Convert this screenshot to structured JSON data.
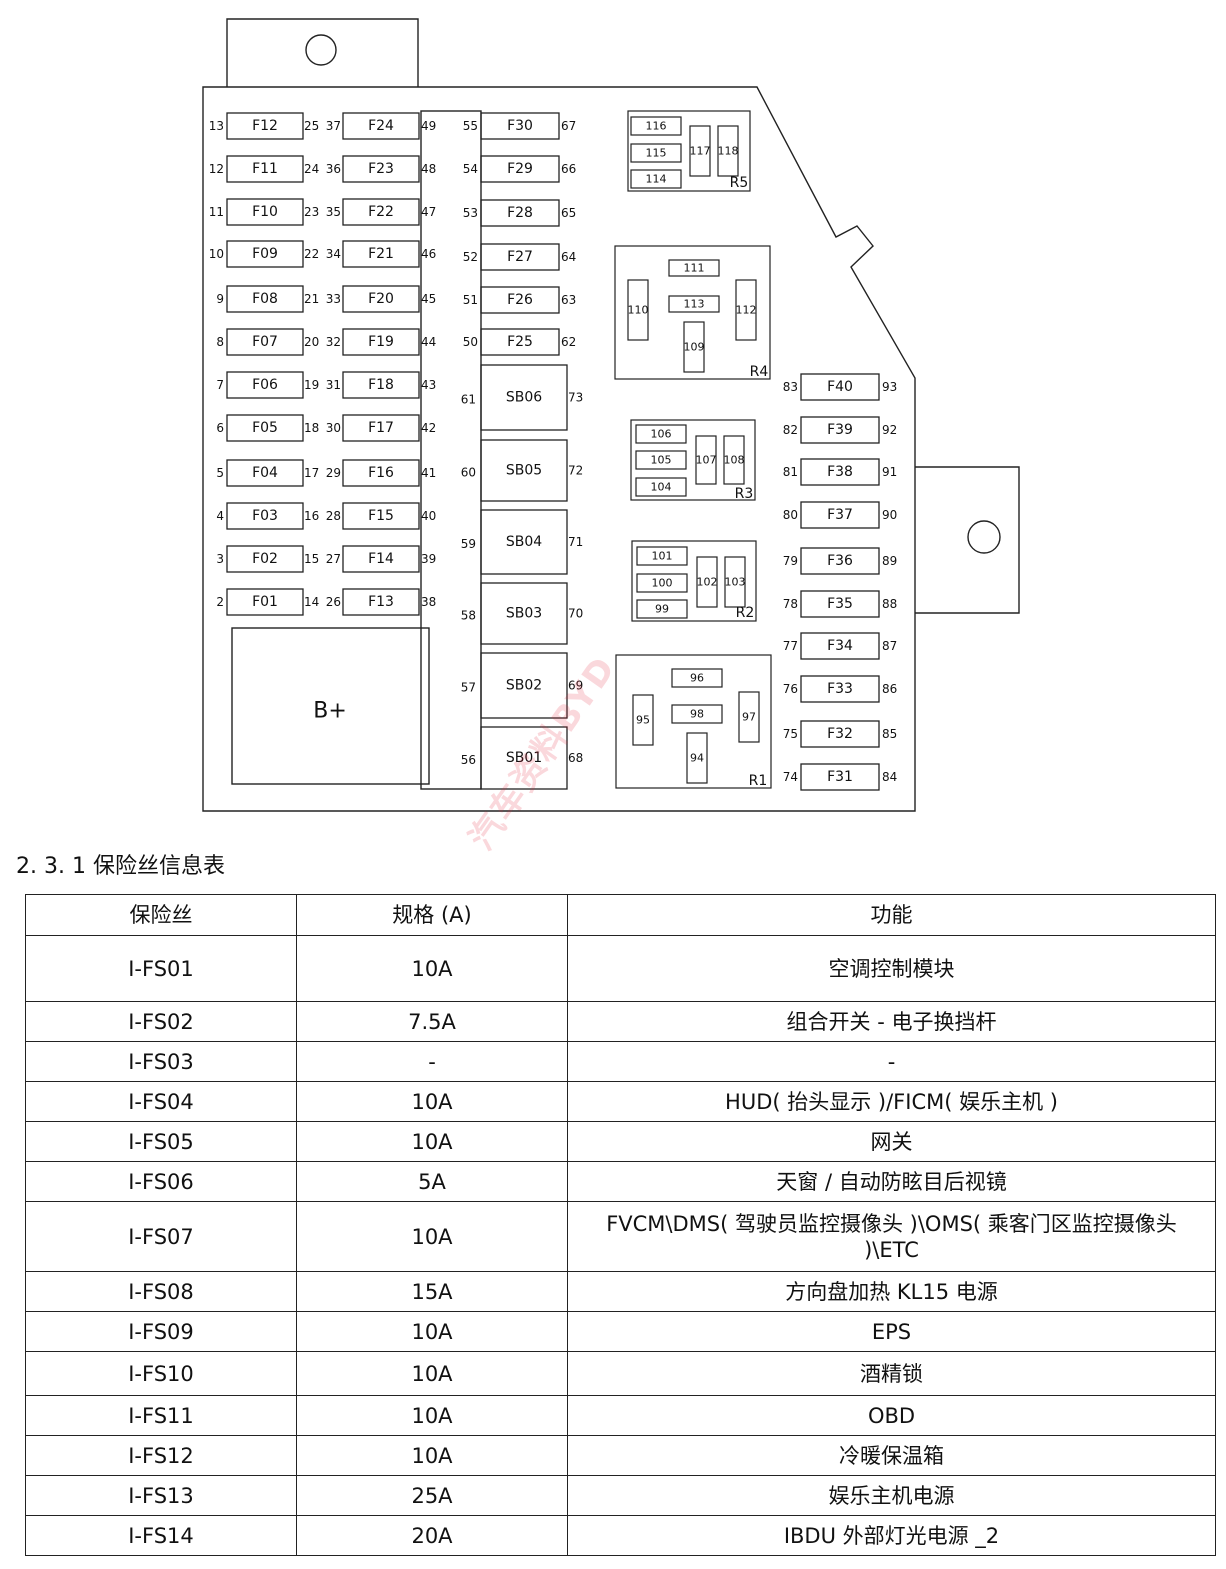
{
  "diagram": {
    "left_fuses": [
      {
        "name": "F12",
        "pin_l": "13",
        "pin_r": "25"
      },
      {
        "name": "F11",
        "pin_l": "12",
        "pin_r": "24"
      },
      {
        "name": "F10",
        "pin_l": "11",
        "pin_r": "23"
      },
      {
        "name": "F09",
        "pin_l": "10",
        "pin_r": "22"
      },
      {
        "name": "F08",
        "pin_l": "9",
        "pin_r": "21"
      },
      {
        "name": "F07",
        "pin_l": "8",
        "pin_r": "20"
      },
      {
        "name": "F06",
        "pin_l": "7",
        "pin_r": "19"
      },
      {
        "name": "F05",
        "pin_l": "6",
        "pin_r": "18"
      },
      {
        "name": "F04",
        "pin_l": "5",
        "pin_r": "17"
      },
      {
        "name": "F03",
        "pin_l": "4",
        "pin_r": "16"
      },
      {
        "name": "F02",
        "pin_l": "3",
        "pin_r": "15"
      },
      {
        "name": "F01",
        "pin_l": "2",
        "pin_r": "14"
      }
    ],
    "mid_fuses": [
      {
        "name": "F24",
        "pin_l": "37",
        "pin_r": "49"
      },
      {
        "name": "F23",
        "pin_l": "36",
        "pin_r": "48"
      },
      {
        "name": "F22",
        "pin_l": "35",
        "pin_r": "47"
      },
      {
        "name": "F21",
        "pin_l": "34",
        "pin_r": "46"
      },
      {
        "name": "F20",
        "pin_l": "33",
        "pin_r": "45"
      },
      {
        "name": "F19",
        "pin_l": "32",
        "pin_r": "44"
      },
      {
        "name": "F18",
        "pin_l": "31",
        "pin_r": "43"
      },
      {
        "name": "F17",
        "pin_l": "30",
        "pin_r": "42"
      },
      {
        "name": "F16",
        "pin_l": "29",
        "pin_r": "41"
      },
      {
        "name": "F15",
        "pin_l": "28",
        "pin_r": "40"
      },
      {
        "name": "F14",
        "pin_l": "27",
        "pin_r": "39"
      },
      {
        "name": "F13",
        "pin_l": "26",
        "pin_r": "38"
      }
    ],
    "col3_fuses": [
      {
        "name": "F30",
        "pin_l": "55",
        "pin_r": "67"
      },
      {
        "name": "F29",
        "pin_l": "54",
        "pin_r": "66"
      },
      {
        "name": "F28",
        "pin_l": "53",
        "pin_r": "65"
      },
      {
        "name": "F27",
        "pin_l": "52",
        "pin_r": "64"
      },
      {
        "name": "F26",
        "pin_l": "51",
        "pin_r": "63"
      },
      {
        "name": "F25",
        "pin_l": "50",
        "pin_r": "62"
      }
    ],
    "sb_fuses": [
      {
        "name": "SB06",
        "pin_l": "61",
        "pin_r": "73"
      },
      {
        "name": "SB05",
        "pin_l": "60",
        "pin_r": "72"
      },
      {
        "name": "SB04",
        "pin_l": "59",
        "pin_r": "71"
      },
      {
        "name": "SB03",
        "pin_l": "58",
        "pin_r": "70"
      },
      {
        "name": "SB02",
        "pin_l": "57",
        "pin_r": "69"
      },
      {
        "name": "SB01",
        "pin_l": "56",
        "pin_r": "68"
      }
    ],
    "right_fuses": [
      {
        "name": "F40",
        "pin_l": "83",
        "pin_r": "93"
      },
      {
        "name": "F39",
        "pin_l": "82",
        "pin_r": "92"
      },
      {
        "name": "F38",
        "pin_l": "81",
        "pin_r": "91"
      },
      {
        "name": "F37",
        "pin_l": "80",
        "pin_r": "90"
      },
      {
        "name": "F36",
        "pin_l": "79",
        "pin_r": "89"
      },
      {
        "name": "F35",
        "pin_l": "78",
        "pin_r": "88"
      },
      {
        "name": "F34",
        "pin_l": "77",
        "pin_r": "87"
      },
      {
        "name": "F33",
        "pin_l": "76",
        "pin_r": "86"
      },
      {
        "name": "F32",
        "pin_l": "75",
        "pin_r": "85"
      },
      {
        "name": "F31",
        "pin_l": "74",
        "pin_r": "84"
      }
    ],
    "battery_label": "B+",
    "relays": {
      "r5": {
        "label": "R5",
        "pins": [
          "116",
          "115",
          "114",
          "117",
          "118"
        ]
      },
      "r4": {
        "label": "R4",
        "pins": [
          "111",
          "113",
          "110",
          "112",
          "109"
        ]
      },
      "r3": {
        "label": "R3",
        "pins": [
          "106",
          "105",
          "104",
          "107",
          "108"
        ]
      },
      "r2": {
        "label": "R2",
        "pins": [
          "101",
          "100",
          "99",
          "102",
          "103"
        ]
      },
      "r1": {
        "label": "R1",
        "pins": [
          "96",
          "98",
          "95",
          "97",
          "94"
        ]
      }
    },
    "watermark": "汽车资料BYD"
  },
  "section_title": "2. 3. 1 保险丝信息表",
  "table": {
    "headers": [
      "保险丝",
      "规格 (A)",
      "功能"
    ],
    "rows": [
      [
        "I-FS01",
        "10A",
        "空调控制模块"
      ],
      [
        "I-FS02",
        "7.5A",
        "组合开关 - 电子换挡杆"
      ],
      [
        "I-FS03",
        "-",
        "-"
      ],
      [
        "I-FS04",
        "10A",
        "HUD( 抬头显示 )/FICM( 娱乐主机 )"
      ],
      [
        "I-FS05",
        "10A",
        "网关"
      ],
      [
        "I-FS06",
        "5A",
        "天窗 / 自动防眩目后视镜"
      ],
      [
        "I-FS07",
        "10A",
        "FVCM\\DMS( 驾驶员监控摄像头 )\\OMS( 乘客门区监控摄像头 )\\ETC"
      ],
      [
        "I-FS08",
        "15A",
        "方向盘加热 KL15 电源"
      ],
      [
        "I-FS09",
        "10A",
        "EPS"
      ],
      [
        "I-FS10",
        "10A",
        "酒精锁"
      ],
      [
        "I-FS11",
        "10A",
        "OBD"
      ],
      [
        "I-FS12",
        "10A",
        "冷暖保温箱"
      ],
      [
        "I-FS13",
        "25A",
        "娱乐主机电源"
      ],
      [
        "I-FS14",
        "20A",
        "IBDU 外部灯光电源 _2"
      ]
    ]
  }
}
